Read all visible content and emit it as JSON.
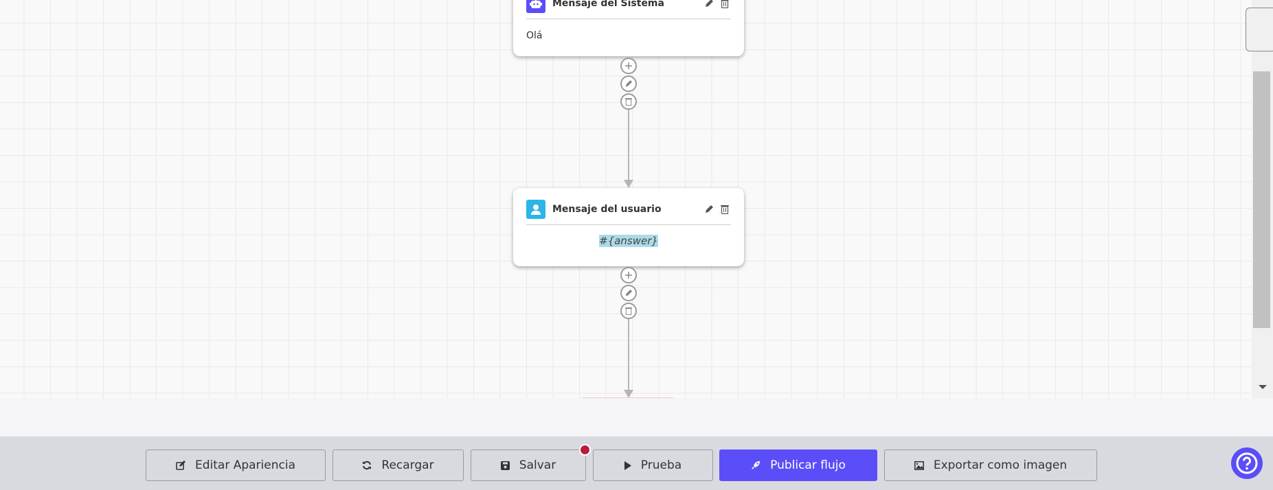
{
  "nodes": [
    {
      "type": "system",
      "title": "Mensaje del Sistema",
      "content": "Olá",
      "icon": "robot-icon",
      "color": "#5b4ef8"
    },
    {
      "type": "user",
      "title": "Mensaje del usuario",
      "content": "#{answer}",
      "icon": "user-icon",
      "color": "#2bb5e8"
    }
  ],
  "toolbar": {
    "edit_appearance": "Editar Apariencia",
    "reload": "Recargar",
    "save": "Salvar",
    "test": "Prueba",
    "publish": "Publicar flujo",
    "export": "Exportar como imagen"
  },
  "colors": {
    "primary": "#5b4ef8",
    "unsaved_dot": "#b81c3c"
  }
}
